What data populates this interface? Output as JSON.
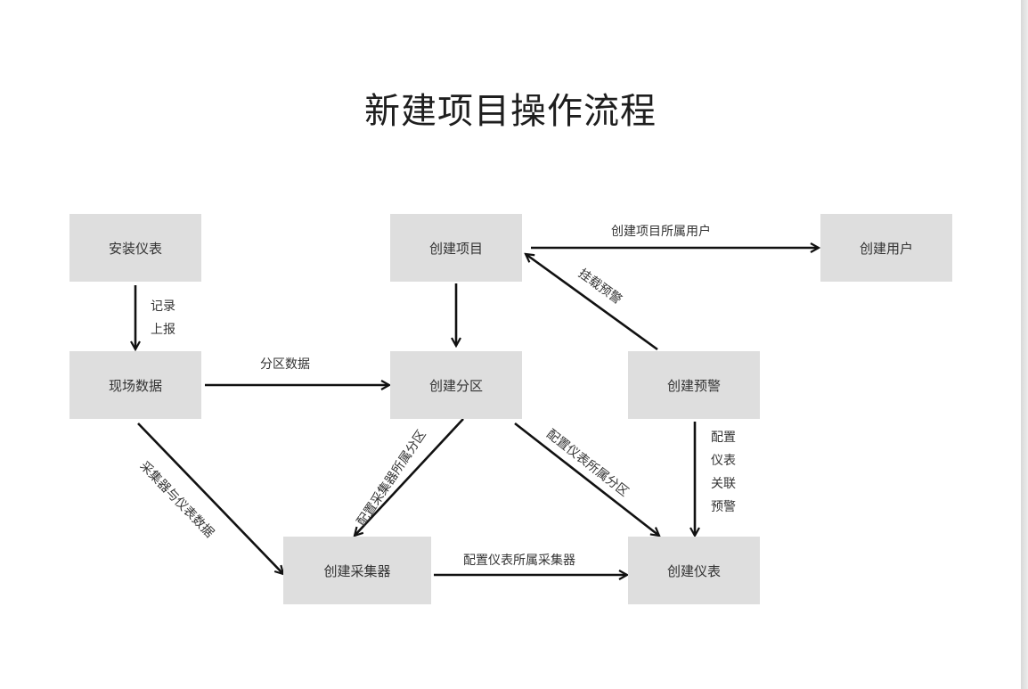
{
  "title": "新建项目操作流程",
  "nodes": {
    "install_meter": "安装仪表",
    "field_data": "现场数据",
    "create_project": "创建项目",
    "create_partition": "创建分区",
    "create_user": "创建用户",
    "create_alert": "创建预警",
    "create_collector": "创建采集器",
    "create_meter": "创建仪表"
  },
  "edges": {
    "record_report_1": "记录",
    "record_report_2": "上报",
    "partition_data": "分区数据",
    "project_user": "创建项目所属用户",
    "mount_alert": "挂载预警",
    "collector_meter_data": "采集器与仪表数据",
    "collector_partition": "配置采集器所属分区",
    "meter_partition": "配置仪表所属分区",
    "meter_collector": "配置仪表所属采集器",
    "alert_link_1": "配置",
    "alert_link_2": "仪表",
    "alert_link_3": "关联",
    "alert_link_4": "预警"
  },
  "colors": {
    "node_fill": "#dedede",
    "arrow": "#111111"
  }
}
